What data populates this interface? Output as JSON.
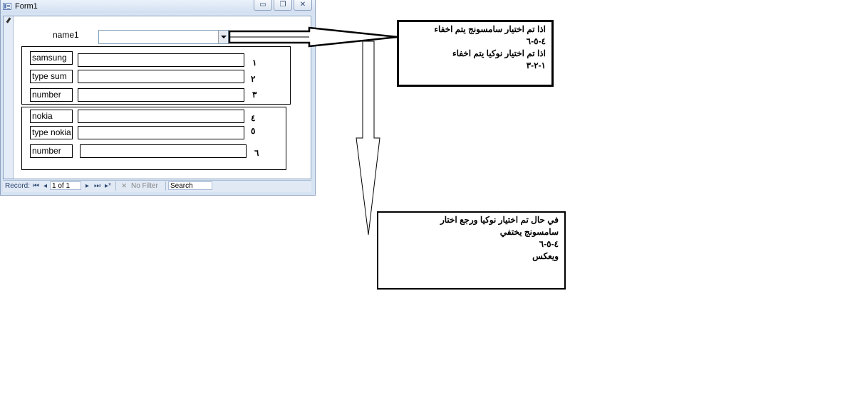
{
  "window": {
    "title": "Form1",
    "min_glyph": "▭",
    "restore_glyph": "❐",
    "close_glyph": "✕"
  },
  "form": {
    "combo_label": "name1",
    "combo_value": "",
    "samsung_group": [
      {
        "label": "samsung",
        "value": "",
        "num": "١"
      },
      {
        "label": "type sum",
        "value": "",
        "num": "٢"
      },
      {
        "label": "number",
        "value": "",
        "num": "٣"
      }
    ],
    "nokia_group": [
      {
        "label": "nokia",
        "value": "",
        "num": "٤"
      },
      {
        "label": "type nokia",
        "value": "",
        "num": "٥"
      },
      {
        "label": "number",
        "value": "",
        "num": "٦"
      }
    ]
  },
  "navigation": {
    "record_label": "Record:",
    "first": "⏮",
    "prev": "◂",
    "position": "1 of 1",
    "next": "▸",
    "last": "⏭",
    "new": "▸*",
    "filter": "No Filter",
    "search": "Search"
  },
  "notes": {
    "note1": [
      "اذا تم اختيار سامسونج يتم اخفاء",
      "٤-٥-٦",
      "اذا تم اختيار نوكيا يتم اخفاء",
      "١-٢-٣"
    ],
    "note2": [
      "في حال تم اختيار نوكيا  ورجع اختار",
      "سامسونج يختفي",
      "٤-٥-٦",
      "ويعكس"
    ]
  },
  "colors": {
    "window_frame": "#d6e3f2",
    "border": "#8da2bf",
    "ink": "#000000"
  }
}
